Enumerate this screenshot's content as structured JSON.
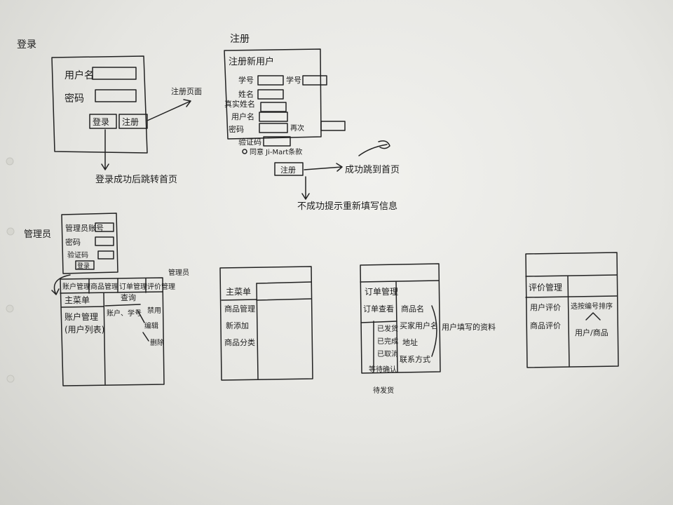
{
  "login_sketch": {
    "title": "登录",
    "username_label": "用户名",
    "password_label": "密码",
    "login_button": "登录",
    "register_button": "注册",
    "arrow_note": "注册页面",
    "success_note": "登录成功后跳转首页"
  },
  "register_sketch": {
    "title": "注册",
    "heading": "注册新用户",
    "fields": [
      "学号",
      "姓名",
      "真实姓名",
      "用户名",
      "密码",
      "验证码"
    ],
    "confirm_label": "再次",
    "agree_text": "同意 Ji-Mart条款",
    "submit_button": "注册",
    "success_note": "成功跳到首页",
    "fail_note": "不成功提示重新填写信息"
  },
  "admin_sketch": {
    "title": "管理员",
    "account_label": "管理员账号",
    "password_label": "密码",
    "captcha_label": "验证码",
    "login_button": "登录",
    "side_note": "管理员",
    "nav_tabs": [
      "账户管理",
      "商品管理",
      "订单管理",
      "评价管理"
    ],
    "menu_heading": "主菜单",
    "menu_item": "账户管理",
    "menu_item_sub": "(用户列表)",
    "query_label": "查询",
    "query_note": "账户、学号",
    "action_lock": "禁用",
    "action_edit": "编辑",
    "action_delete": "删除"
  },
  "product_sketch": {
    "menu_heading": "主菜单",
    "items": [
      "商品管理",
      "新添加",
      "商品分类"
    ]
  },
  "order_sketch": {
    "heading": "订单管理",
    "query_label": "订单查看",
    "statuses": [
      "已发货",
      "已完成",
      "已取消",
      "等待确认",
      "待发货"
    ],
    "detail_labels": [
      "商品名",
      "买家用户名",
      "地址",
      "联系方式"
    ],
    "side_note": "用户填写的资料"
  },
  "review_sketch": {
    "heading": "评价管理",
    "items": [
      "用户评价",
      "商品评价"
    ],
    "sort_note": "选按编号排序",
    "branch_note": "用户/商品"
  }
}
